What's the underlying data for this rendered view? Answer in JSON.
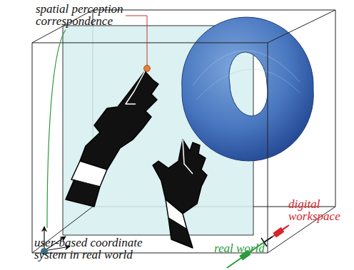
{
  "diagram": {
    "labels": [
      "spatial perception correspondence",
      "user-based coordinate system in real world",
      "digital workspace",
      "real world"
    ]
  }
}
